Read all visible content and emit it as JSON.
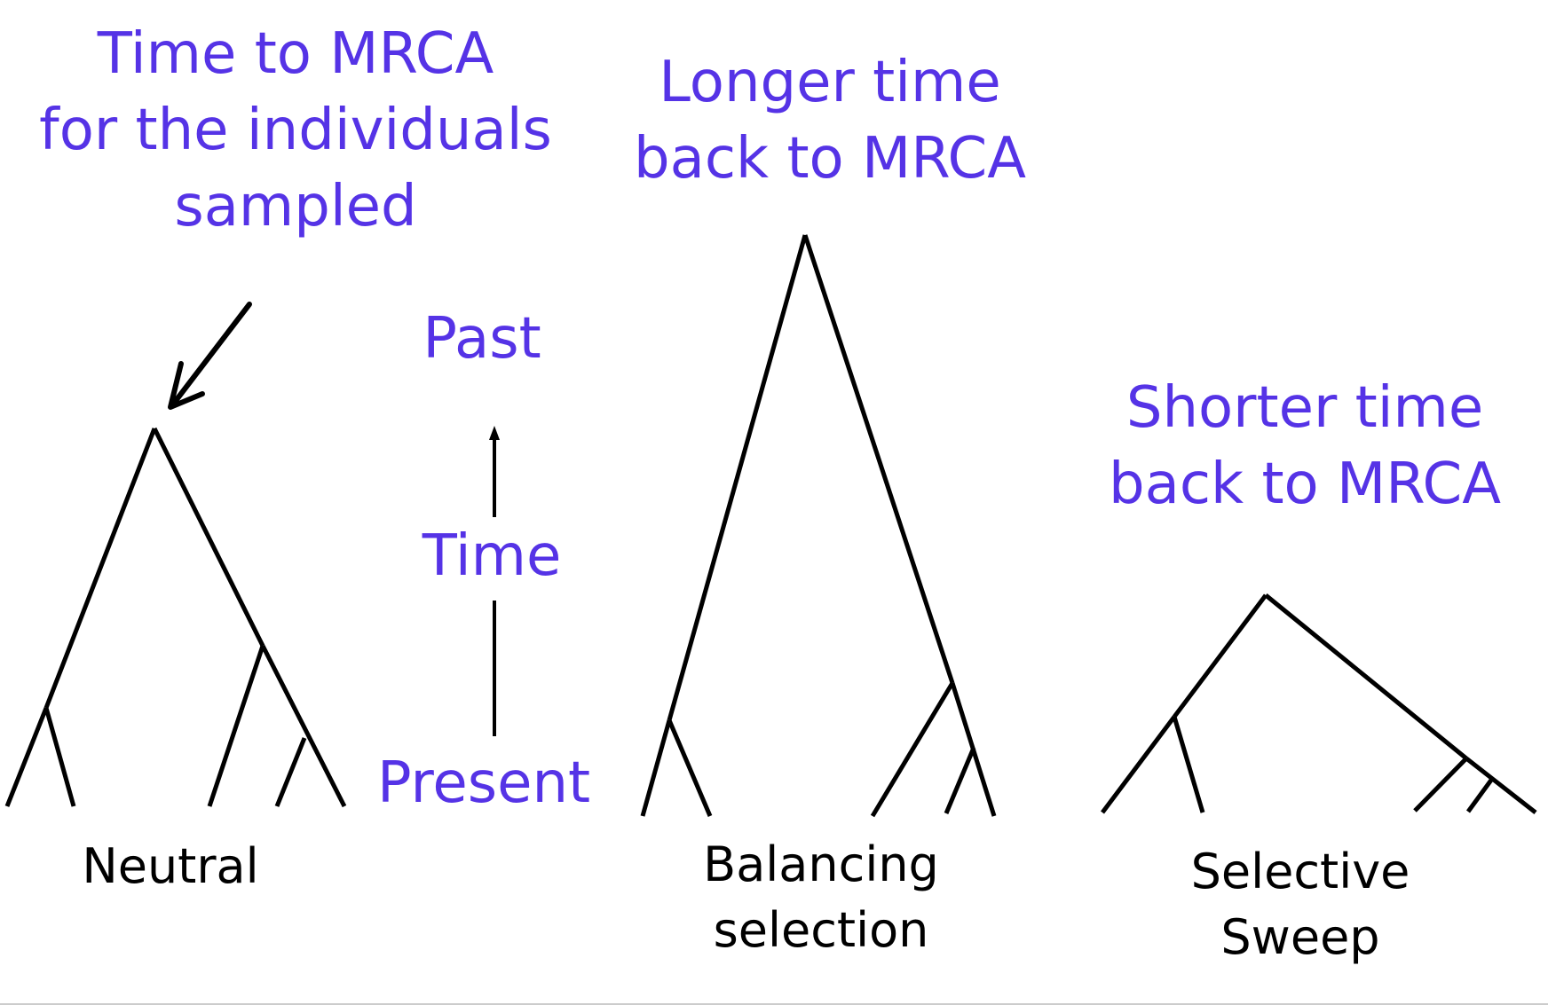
{
  "annotations": {
    "mrca_left": [
      "Time to MRCA",
      "for the individuals",
      "sampled"
    ],
    "longer": [
      "Longer time",
      "back to MRCA"
    ],
    "shorter": [
      "Shorter time",
      "back to MRCA"
    ]
  },
  "time_axis": {
    "past": "Past",
    "time": "Time",
    "present": "Present"
  },
  "trees": {
    "neutral": [
      "Neutral"
    ],
    "balancing": [
      "Balancing",
      "selection"
    ],
    "sweep": [
      "Selective",
      "Sweep"
    ]
  },
  "colors": {
    "annotation": "#5533e6",
    "ink": "#000000"
  }
}
